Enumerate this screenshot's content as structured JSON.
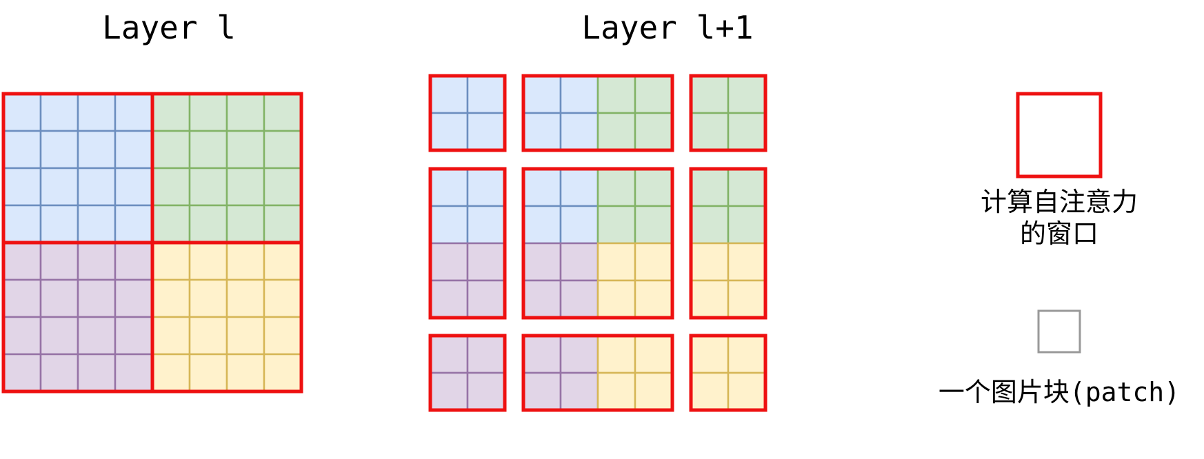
{
  "titles": {
    "layer_l": "Layer l",
    "layer_l1": "Layer l+1"
  },
  "legend": {
    "window_line1": "计算自注意力",
    "window_line2": "的窗口",
    "patch_label_cn": "一个图片块",
    "patch_label_en": "(patch)"
  },
  "colors": {
    "window_border": "#ee1111",
    "patch_border": "#999999",
    "blue_fill": "#dae8fc",
    "blue_line": "#6c8ebf",
    "green_fill": "#d5e8d4",
    "green_line": "#82b366",
    "purple_fill": "#e1d5e7",
    "purple_line": "#9673a6",
    "yellow_fill": "#fff2cc",
    "yellow_line": "#d6b656"
  },
  "grid": {
    "patches_per_side": 8,
    "quadrant_patches": 4,
    "quadrants": [
      {
        "name": "top-left",
        "color": "blue"
      },
      {
        "name": "top-right",
        "color": "green"
      },
      {
        "name": "bottom-left",
        "color": "purple"
      },
      {
        "name": "bottom-right",
        "color": "yellow"
      }
    ],
    "shifted_windows_cols": [
      2,
      4,
      2
    ],
    "shifted_windows_rows": [
      2,
      4,
      2
    ]
  }
}
